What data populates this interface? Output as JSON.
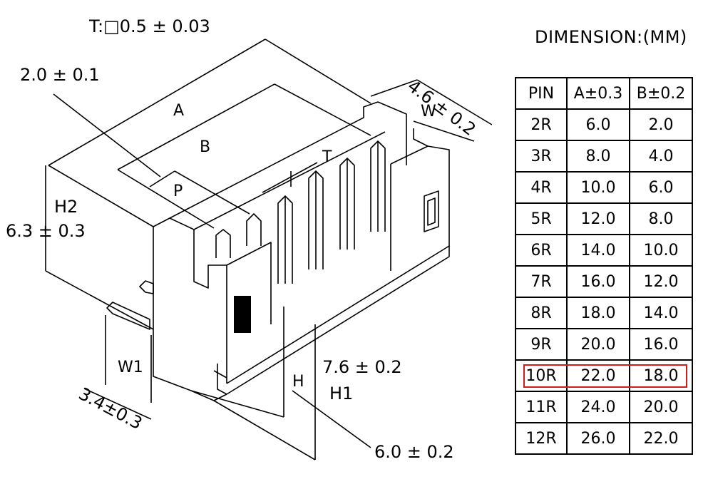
{
  "labels": {
    "thickness": "T:□0.5 ± 0.03",
    "pitch_tol": "2.0 ± 0.1",
    "A": "A",
    "B": "B",
    "P": "P",
    "T": "T",
    "W": "W",
    "W1": "W1",
    "H": "H",
    "H1": "H1",
    "H2": "H2",
    "width_dim": "4.6 ± 0.2",
    "h2_dim": "6.3 ± 0.3",
    "w1_dim": "3.4±0.3",
    "h1_dim": "7.6 ± 0.2",
    "h_dim": "6.0 ± 0.2"
  },
  "table": {
    "title": "DIMENSION:(MM)",
    "headers": [
      "PIN",
      "A±0.3",
      "B±0.2"
    ],
    "rows": [
      [
        "2R",
        "6.0",
        "2.0"
      ],
      [
        "3R",
        "8.0",
        "4.0"
      ],
      [
        "4R",
        "10.0",
        "6.0"
      ],
      [
        "5R",
        "12.0",
        "8.0"
      ],
      [
        "6R",
        "14.0",
        "10.0"
      ],
      [
        "7R",
        "16.0",
        "12.0"
      ],
      [
        "8R",
        "18.0",
        "14.0"
      ],
      [
        "9R",
        "20.0",
        "16.0"
      ],
      [
        "10R",
        "22.0",
        "18.0"
      ],
      [
        "11R",
        "24.0",
        "20.0"
      ],
      [
        "12R",
        "26.0",
        "22.0"
      ]
    ],
    "highlighted_row": "10R",
    "highlight_color": "#d01c1c"
  }
}
